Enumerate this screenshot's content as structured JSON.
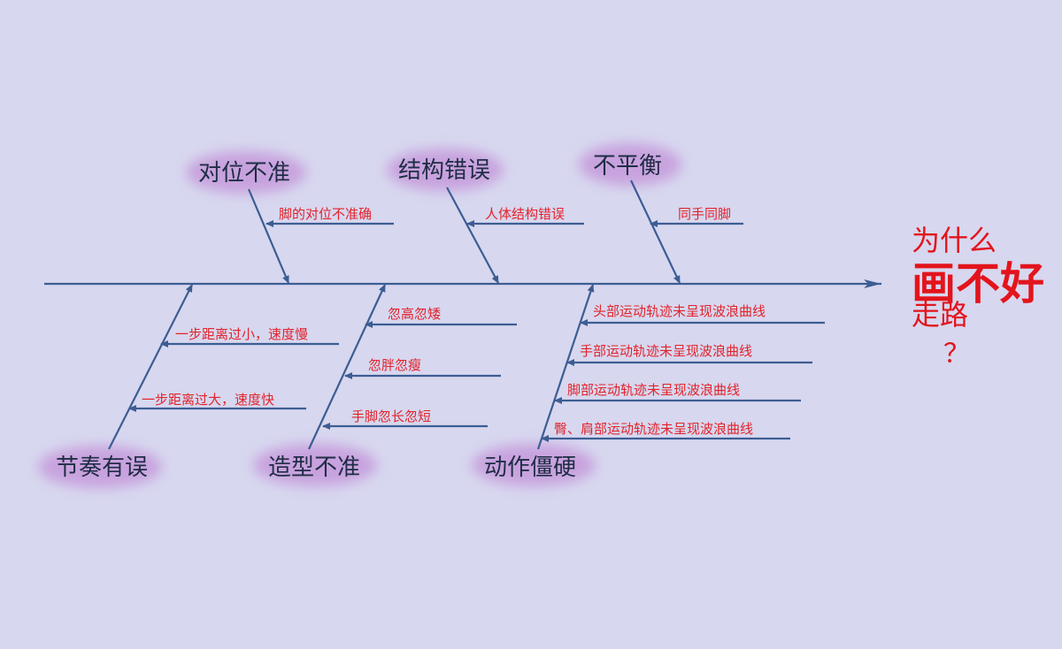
{
  "colors": {
    "background": "#d7d7ef",
    "line": "#3c5d93",
    "category_text": "#1f2d45",
    "cause_text": "#e3232b",
    "question_text": "#e3141c",
    "highlight": "#c9a0dc"
  },
  "categories": {
    "top": [
      {
        "label": "对位不准",
        "causes": [
          "脚的对位不准确"
        ]
      },
      {
        "label": "结构错误",
        "causes": [
          "人体结构错误"
        ]
      },
      {
        "label": "不平衡",
        "causes": [
          "同手同脚"
        ]
      }
    ],
    "bottom": [
      {
        "label": "节奏有误",
        "causes": [
          "一步距离过小，速度慢",
          "一步距离过大，速度快"
        ]
      },
      {
        "label": "造型不准",
        "causes": [
          "忽高忽矮",
          "忽胖忽瘦",
          "手脚忽长忽短"
        ]
      },
      {
        "label": "动作僵硬",
        "causes": [
          "头部运动轨迹未呈现波浪曲线",
          "手部运动轨迹未呈现波浪曲线",
          "脚部运动轨迹未呈现波浪曲线",
          "臀、肩部运动轨迹未呈现波浪曲线"
        ]
      }
    ]
  },
  "question": {
    "line1": "为什么",
    "line2": "画不好",
    "line3": "走路",
    "mark": "？"
  }
}
